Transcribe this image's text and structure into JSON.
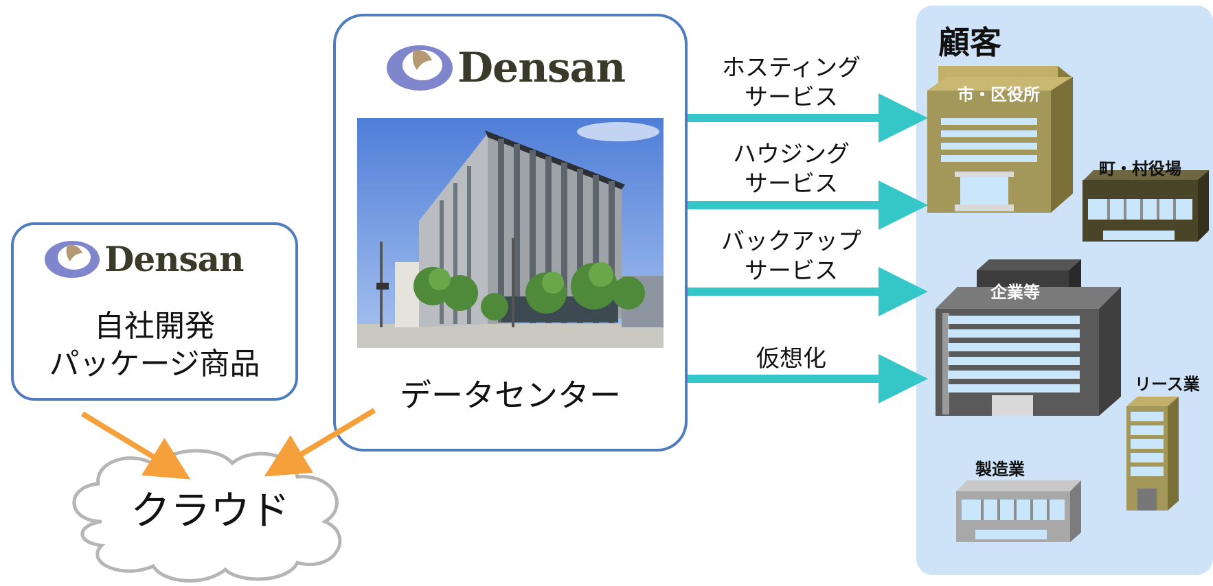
{
  "left_box": {
    "logo_text": "Densan",
    "caption_line1": "自社開発",
    "caption_line2": "パッケージ商品"
  },
  "center_box": {
    "logo_text": "Densan",
    "caption": "データセンター"
  },
  "cloud": {
    "label": "クラウド"
  },
  "services": [
    {
      "line1": "ホスティング",
      "line2": "サービス"
    },
    {
      "line1": "ハウジング",
      "line2": "サービス"
    },
    {
      "line1": "バックアップ",
      "line2": "サービス"
    },
    {
      "line1": "仮想化",
      "line2": ""
    }
  ],
  "customers": {
    "title": "顧客",
    "buildings": [
      {
        "label": "市・区役所"
      },
      {
        "label": "町・村役場"
      },
      {
        "label": "企業等"
      },
      {
        "label": "リース業"
      },
      {
        "label": "製造業"
      }
    ]
  },
  "colors": {
    "box_border": "#4f7cbf",
    "service_arrow": "#35c7c7",
    "cloud_arrow": "#f6a03c",
    "customer_panel": "#cfe3f8"
  }
}
